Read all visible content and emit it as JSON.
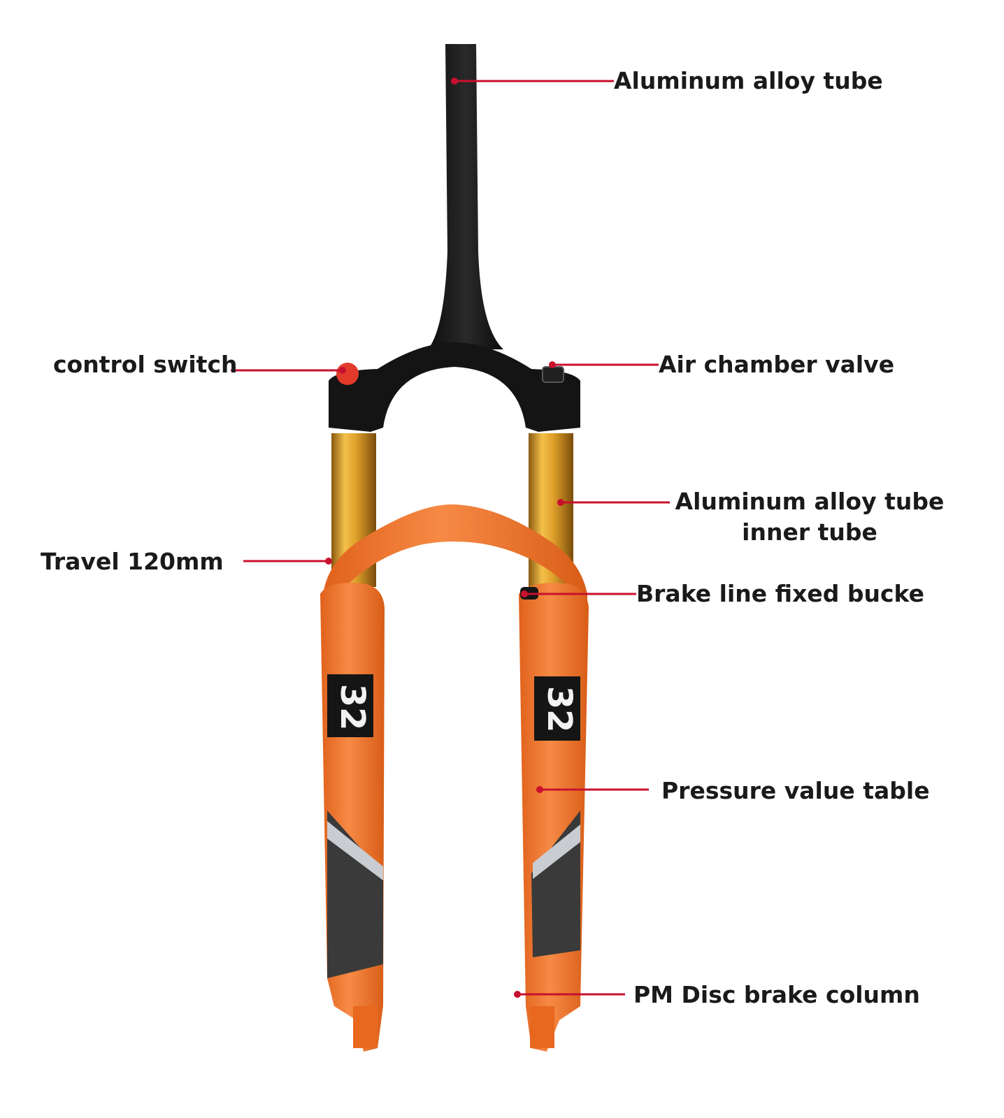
{
  "colors": {
    "fork_orange": "#f2742b",
    "fork_orange_dark": "#d85d17",
    "stanchion_gold": "#d9961f",
    "crown_black": "#161616",
    "leader_red": "#c8102e",
    "decal_grey": "#3a3a3a",
    "decal_silver": "#c9ccd1"
  },
  "decals": {
    "left": "32",
    "right": "32"
  },
  "labels": {
    "steerer": "Aluminum alloy tube",
    "control_switch": "control switch",
    "air_valve": "Air chamber valve",
    "inner_tube_1": "Aluminum alloy tube",
    "inner_tube_2": "inner tube",
    "travel": "Travel 120mm",
    "brake_line": "Brake line fixed bucke",
    "pressure": "Pressure value table",
    "disc_brake": "PM Disc brake column"
  }
}
